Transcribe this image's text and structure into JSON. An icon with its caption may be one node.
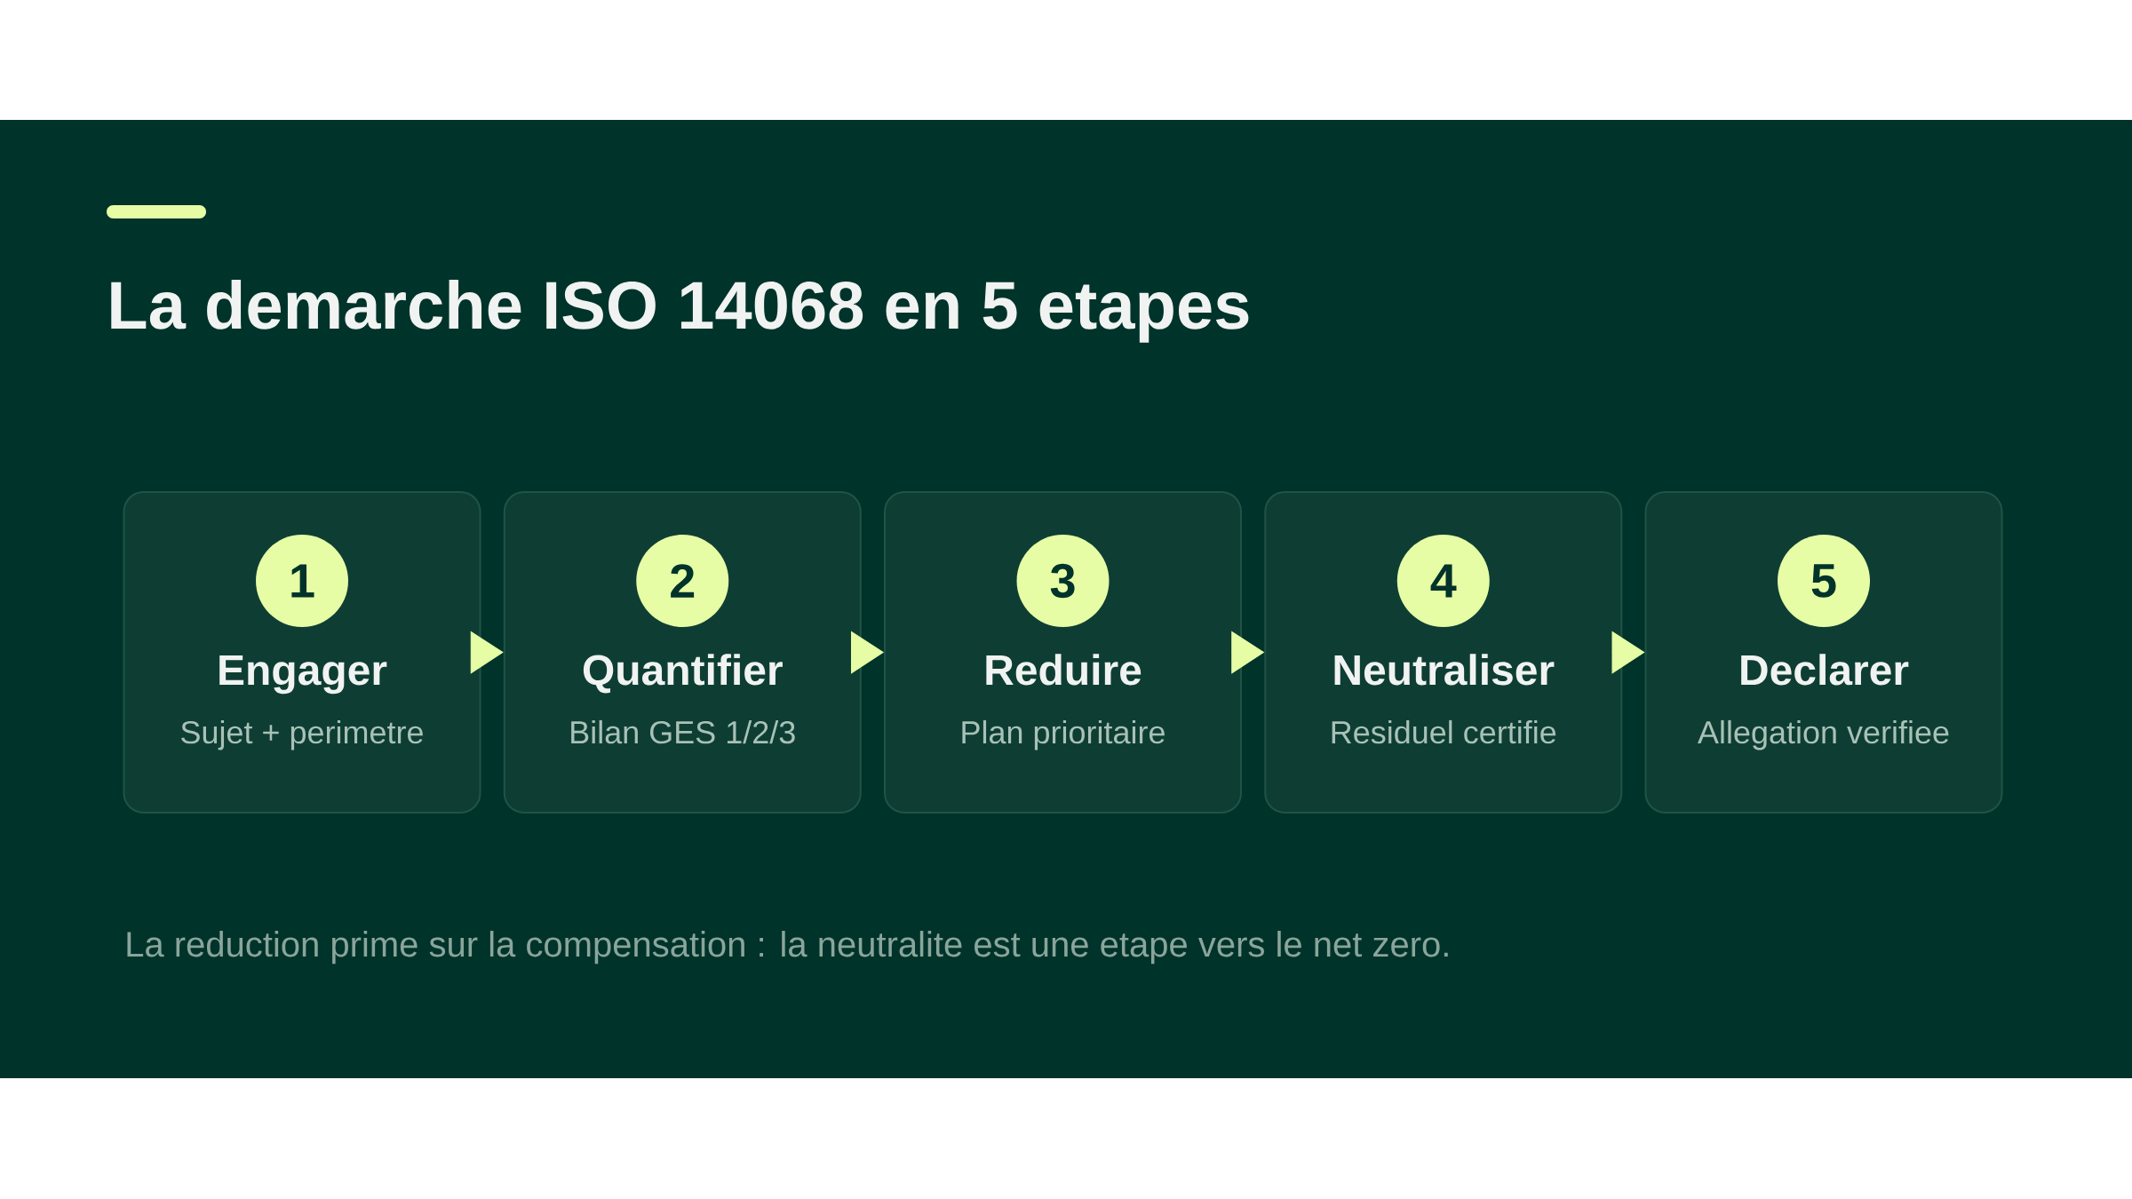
{
  "diagram": {
    "title": "La demarche ISO 14068 en 5 etapes",
    "nodes": [
      {
        "text": [
          "Engager",
          "Sujet + perimetre"
        ]
      },
      {
        "text": [
          "1"
        ],
        "in": 0
      },
      {
        "text": [
          "Quantifier",
          "Bilan GES 1/2/3"
        ]
      },
      {
        "text": [
          "2"
        ],
        "in": 2
      },
      {
        "text": [
          "Reduire",
          "Plan prioritaire"
        ]
      },
      {
        "text": [
          "3"
        ],
        "in": 4
      },
      {
        "text": [
          "Neutraliser",
          "Residuel certifie"
        ]
      },
      {
        "text": [
          "4"
        ],
        "in": 6
      },
      {
        "text": [
          "Declarer",
          "Allegation verifiee"
        ]
      },
      {
        "text": [
          "5"
        ],
        "in": 8
      }
    ],
    "edges": [
      {
        "from": 0,
        "to": 2,
        "arrow": "to"
      },
      {
        "from": 2,
        "to": 4,
        "arrow": "to"
      },
      {
        "from": 4,
        "to": 6,
        "arrow": "to"
      },
      {
        "from": 6,
        "to": 8,
        "arrow": "to"
      }
    ],
    "labels": [
      "La reduction prime sur la compensation : la neutralite est une etape vers le net zero."
    ]
  }
}
